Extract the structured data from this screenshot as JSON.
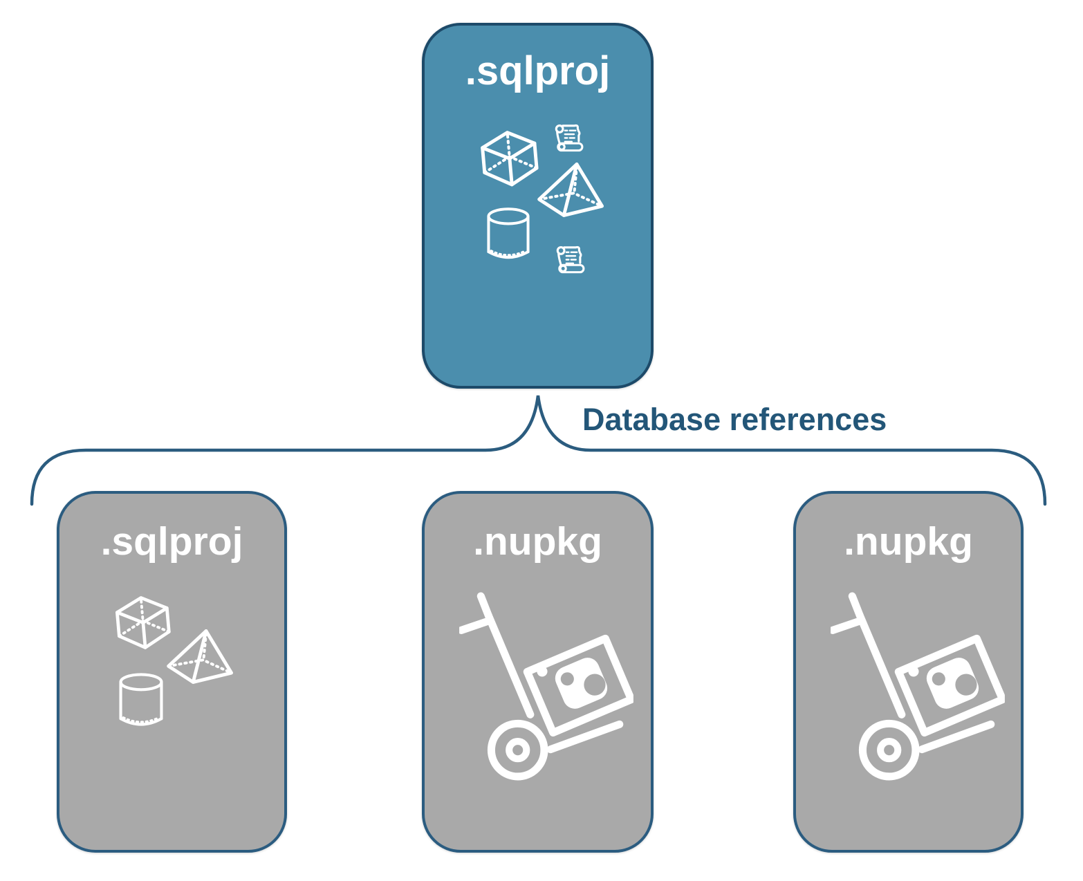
{
  "edge_label": "Database references",
  "top_box": {
    "label": ".sqlproj",
    "icons": [
      "scroll-icon",
      "cube-icon",
      "pyramid-icon",
      "cylinder-icon",
      "scroll-icon"
    ]
  },
  "bottom_boxes": [
    {
      "label": ".sqlproj",
      "icons": [
        "cube-icon",
        "pyramid-icon",
        "cylinder-icon"
      ]
    },
    {
      "label": ".nupkg",
      "icons": [
        "hand-truck-package-icon"
      ]
    },
    {
      "label": ".nupkg",
      "icons": [
        "hand-truck-package-icon"
      ]
    }
  ],
  "colors": {
    "background": "#FFFFFF",
    "top_box_fill": "#4B8EAD",
    "top_box_border": "#1D4A69",
    "gray_box_fill": "#A9A9A9",
    "gray_box_border": "#2B5C80",
    "connector": "#2B5C7F",
    "edge_label_text": "#235678",
    "icon_stroke": "#FFFFFF",
    "box_title_text": "#FFFFFF"
  }
}
